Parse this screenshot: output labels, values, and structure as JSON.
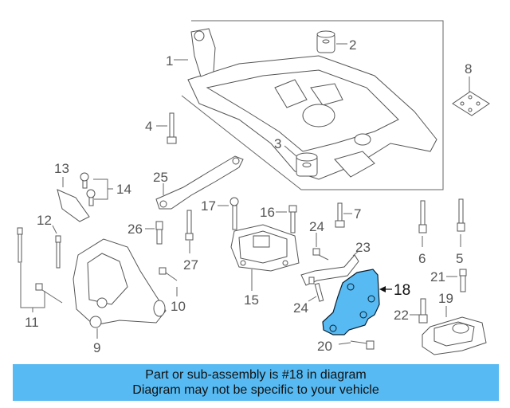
{
  "callouts": {
    "c1": "1",
    "c2": "2",
    "c3": "3",
    "c4": "4",
    "c5": "5",
    "c6": "6",
    "c7": "7",
    "c8": "8",
    "c9": "9",
    "c10": "10",
    "c11": "11",
    "c12": "12",
    "c13": "13",
    "c14": "14",
    "c15": "15",
    "c16": "16",
    "c17": "17",
    "c18": "18",
    "c19": "19",
    "c20": "20",
    "c21": "21",
    "c22": "22",
    "c23": "23",
    "c24a": "24",
    "c24b": "24",
    "c25": "25",
    "c26": "26",
    "c27": "27"
  },
  "highlight": {
    "part_number": "18",
    "color": "#57baf2"
  },
  "banner": {
    "line1": "Part or sub-assembly is #18 in diagram",
    "line2": "Diagram may not be specific to your vehicle"
  }
}
